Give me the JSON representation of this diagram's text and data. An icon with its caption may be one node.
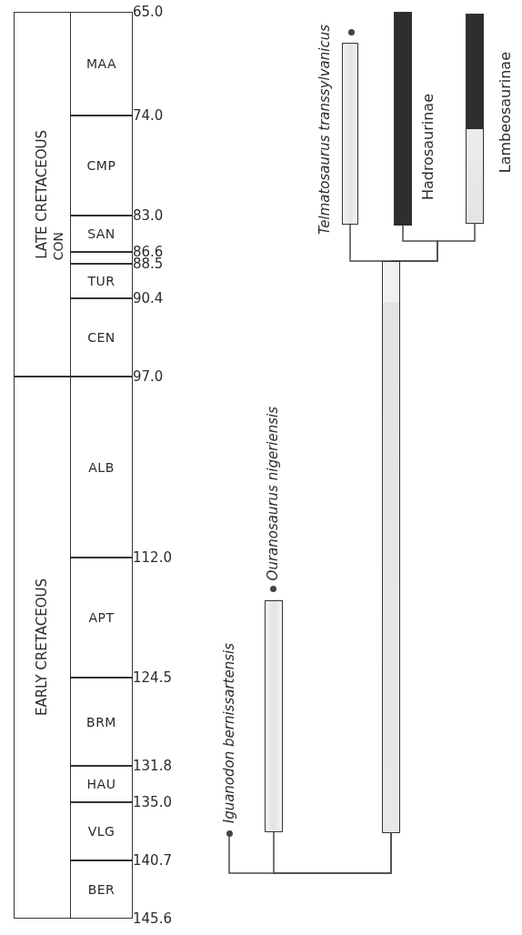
{
  "diagram": {
    "nodes": [
      {
        "text": [
          "LATE CRETACEOUS"
        ]
      },
      {
        "text": [
          "EARLY CRETACEOUS"
        ]
      },
      {
        "text": [
          "MAA"
        ]
      },
      {
        "text": [
          "CMP"
        ]
      },
      {
        "text": [
          "SAN"
        ]
      },
      {
        "text": [],
        "shape": "box"
      },
      {
        "text": [
          "TUR"
        ]
      },
      {
        "text": [
          "CEN"
        ]
      },
      {
        "text": [
          "ALB"
        ]
      },
      {
        "text": [
          "APT"
        ]
      },
      {
        "text": [
          "BRM"
        ]
      },
      {
        "text": [
          "HAU"
        ]
      },
      {
        "text": [
          "VLG"
        ]
      },
      {
        "text": [
          "BER"
        ]
      },
      {
        "text": [],
        "shape": "bar",
        "beside": [
          "Telmatosaurus transsylvanicus"
        ]
      },
      {
        "text": [],
        "shape": "bar",
        "beside": [
          "Hadrosaurinae"
        ]
      },
      {
        "text": [],
        "shape": "bar",
        "beside": [
          "Lambeosaurinae"
        ]
      },
      {
        "text": [],
        "shape": "bar"
      },
      {
        "text": [],
        "shape": "bar",
        "beside": [
          "Ouranosaurus nigeriensis"
        ]
      },
      {
        "text": [
          "Iguanodon bernissartensis"
        ]
      }
    ],
    "edges": [
      {
        "from": 19,
        "to": 17,
        "arrow": "none"
      },
      {
        "from": 18,
        "to": 17,
        "arrow": "none"
      },
      {
        "from": 17,
        "to": 14,
        "arrow": "none"
      },
      {
        "from": 17,
        "to": 15,
        "arrow": "none"
      },
      {
        "from": 17,
        "to": 16,
        "arrow": "none"
      }
    ],
    "labels": [
      "65.0",
      "74.0",
      "83.0",
      "CON",
      "86.6",
      "88.5",
      "90.4",
      "97.0",
      "112.0",
      "124.5",
      "131.8",
      "135.0",
      "140.7",
      "145.6"
    ]
  }
}
